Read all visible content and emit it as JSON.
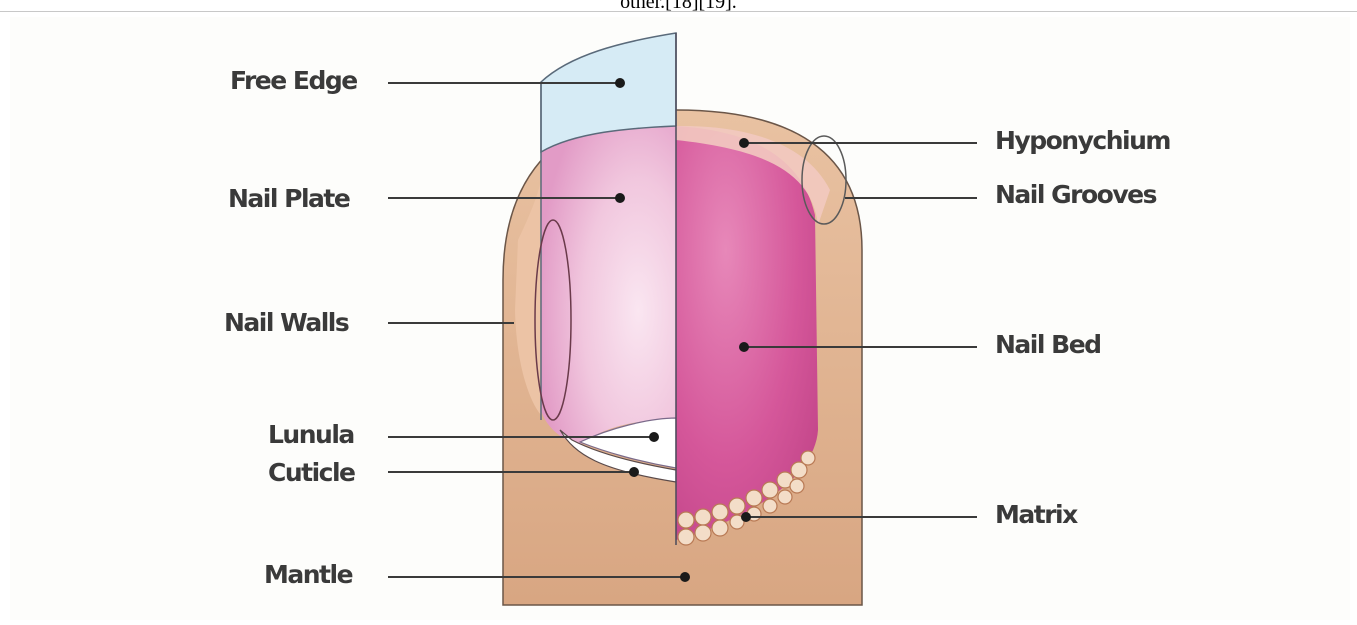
{
  "header": {
    "text": "other.[18][19]."
  },
  "labels": {
    "free_edge": "Free Edge",
    "nail_plate": "Nail Plate",
    "nail_walls": "Nail Walls",
    "lunula": "Lunula",
    "cuticle": "Cuticle",
    "mantle": "Mantle",
    "hyponychium": "Hyponychium",
    "nail_grooves": "Nail Grooves",
    "nail_bed": "Nail Bed",
    "matrix": "Matrix"
  },
  "colors": {
    "skin": "#e0b08c",
    "free_edge": "#d6ebf5",
    "nail_plate": "#ecb3d2",
    "nail_bed": "#d5579a",
    "line": "#3a3a3a"
  }
}
